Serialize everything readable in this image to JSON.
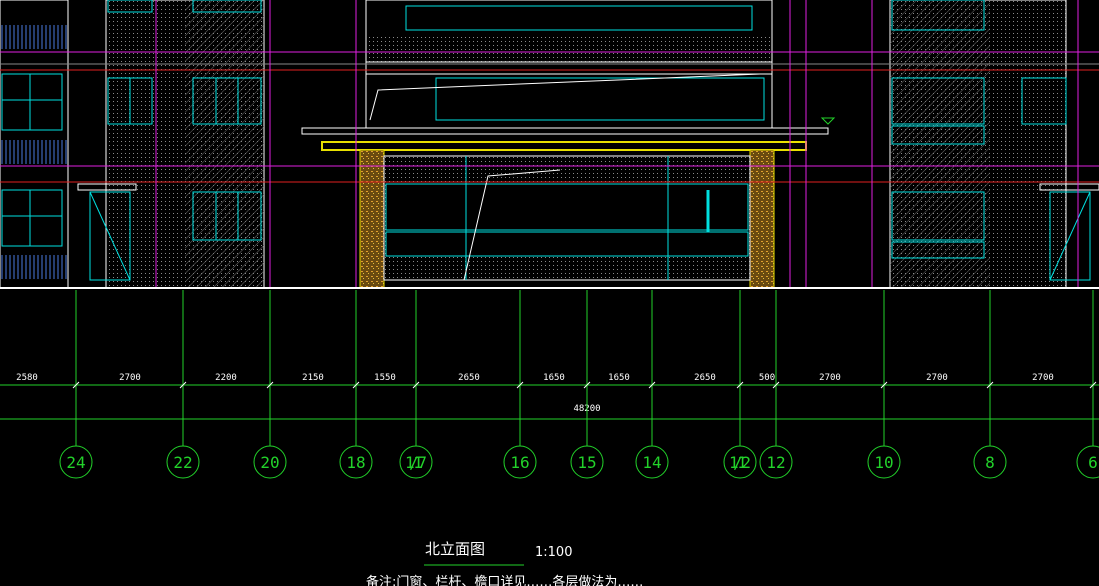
{
  "drawing": {
    "title": "北立面图",
    "scale": "1:100",
    "note": "备注:门窗、栏杆、檐口详见……各层做法为……"
  },
  "dimensions": {
    "segments": [
      "2580",
      "2700",
      "2200",
      "2150",
      "1550",
      "2650",
      "1650",
      "1650",
      "2650",
      "500",
      "2700",
      "2700",
      "2700"
    ],
    "total": "48200"
  },
  "axes": [
    "24",
    "22",
    "20",
    "18",
    "1/17",
    "16",
    "15",
    "14",
    "1/12",
    "12",
    "10",
    "8",
    "6"
  ],
  "colors": {
    "background": "#000000",
    "line_white": "#ffffff",
    "line_cyan": "#00e0e0",
    "line_magenta": "#e020e0",
    "line_red": "#e02020",
    "line_green": "#22d22a",
    "line_yellow": "#e8e000",
    "line_orange": "#e0a030",
    "hatch_gray": "#6a6a6a",
    "line_blue": "#4a7ae0"
  }
}
